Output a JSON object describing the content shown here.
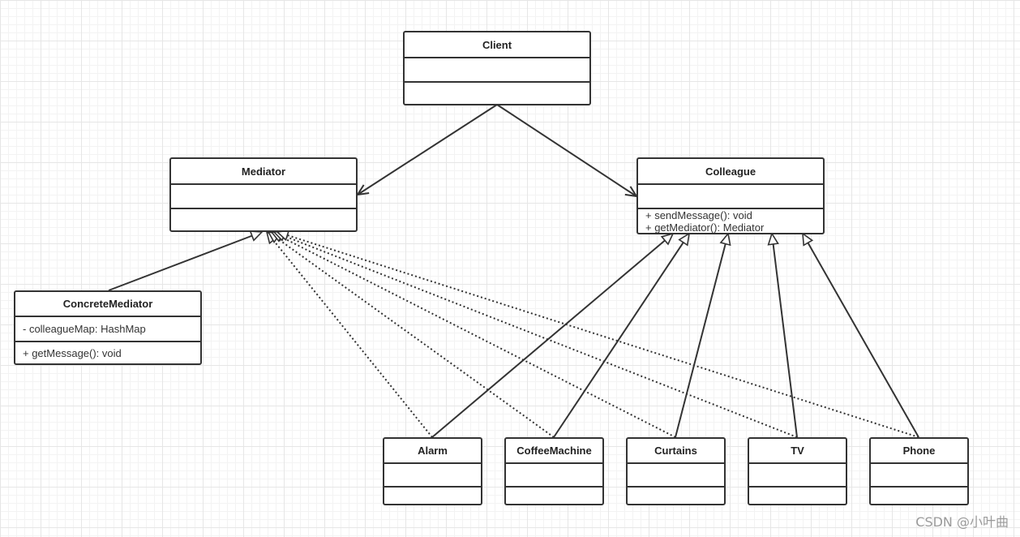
{
  "classes": {
    "client": {
      "name": "Client"
    },
    "mediator": {
      "name": "Mediator"
    },
    "colleague": {
      "name": "Colleague",
      "methods": [
        "+ sendMessage(): void",
        "+ getMediator():  Mediator"
      ]
    },
    "concrete_mediator": {
      "name": "ConcreteMediator",
      "attributes": [
        "- colleagueMap: HashMap"
      ],
      "methods": [
        "+ getMessage(): void"
      ]
    },
    "alarm": {
      "name": "Alarm"
    },
    "coffee_machine": {
      "name": "CoffeeMachine"
    },
    "curtains": {
      "name": "Curtains"
    },
    "tv": {
      "name": "TV"
    },
    "phone": {
      "name": "Phone"
    }
  },
  "relations": [
    {
      "from": "client",
      "to": "mediator",
      "type": "association"
    },
    {
      "from": "client",
      "to": "colleague",
      "type": "association"
    },
    {
      "from": "concrete_mediator",
      "to": "mediator",
      "type": "generalization"
    },
    {
      "from": "alarm",
      "to": "mediator",
      "type": "dependency"
    },
    {
      "from": "coffee_machine",
      "to": "mediator",
      "type": "dependency"
    },
    {
      "from": "curtains",
      "to": "mediator",
      "type": "dependency"
    },
    {
      "from": "tv",
      "to": "mediator",
      "type": "dependency"
    },
    {
      "from": "phone",
      "to": "mediator",
      "type": "dependency"
    },
    {
      "from": "alarm",
      "to": "colleague",
      "type": "generalization"
    },
    {
      "from": "coffee_machine",
      "to": "colleague",
      "type": "generalization"
    },
    {
      "from": "curtains",
      "to": "colleague",
      "type": "generalization"
    },
    {
      "from": "tv",
      "to": "colleague",
      "type": "generalization"
    },
    {
      "from": "phone",
      "to": "colleague",
      "type": "generalization"
    }
  ],
  "colors": {
    "line": "#333333",
    "grid": "#e6e6e6",
    "watermark": "#9a9a9a"
  },
  "watermark": "CSDN @小叶曲"
}
